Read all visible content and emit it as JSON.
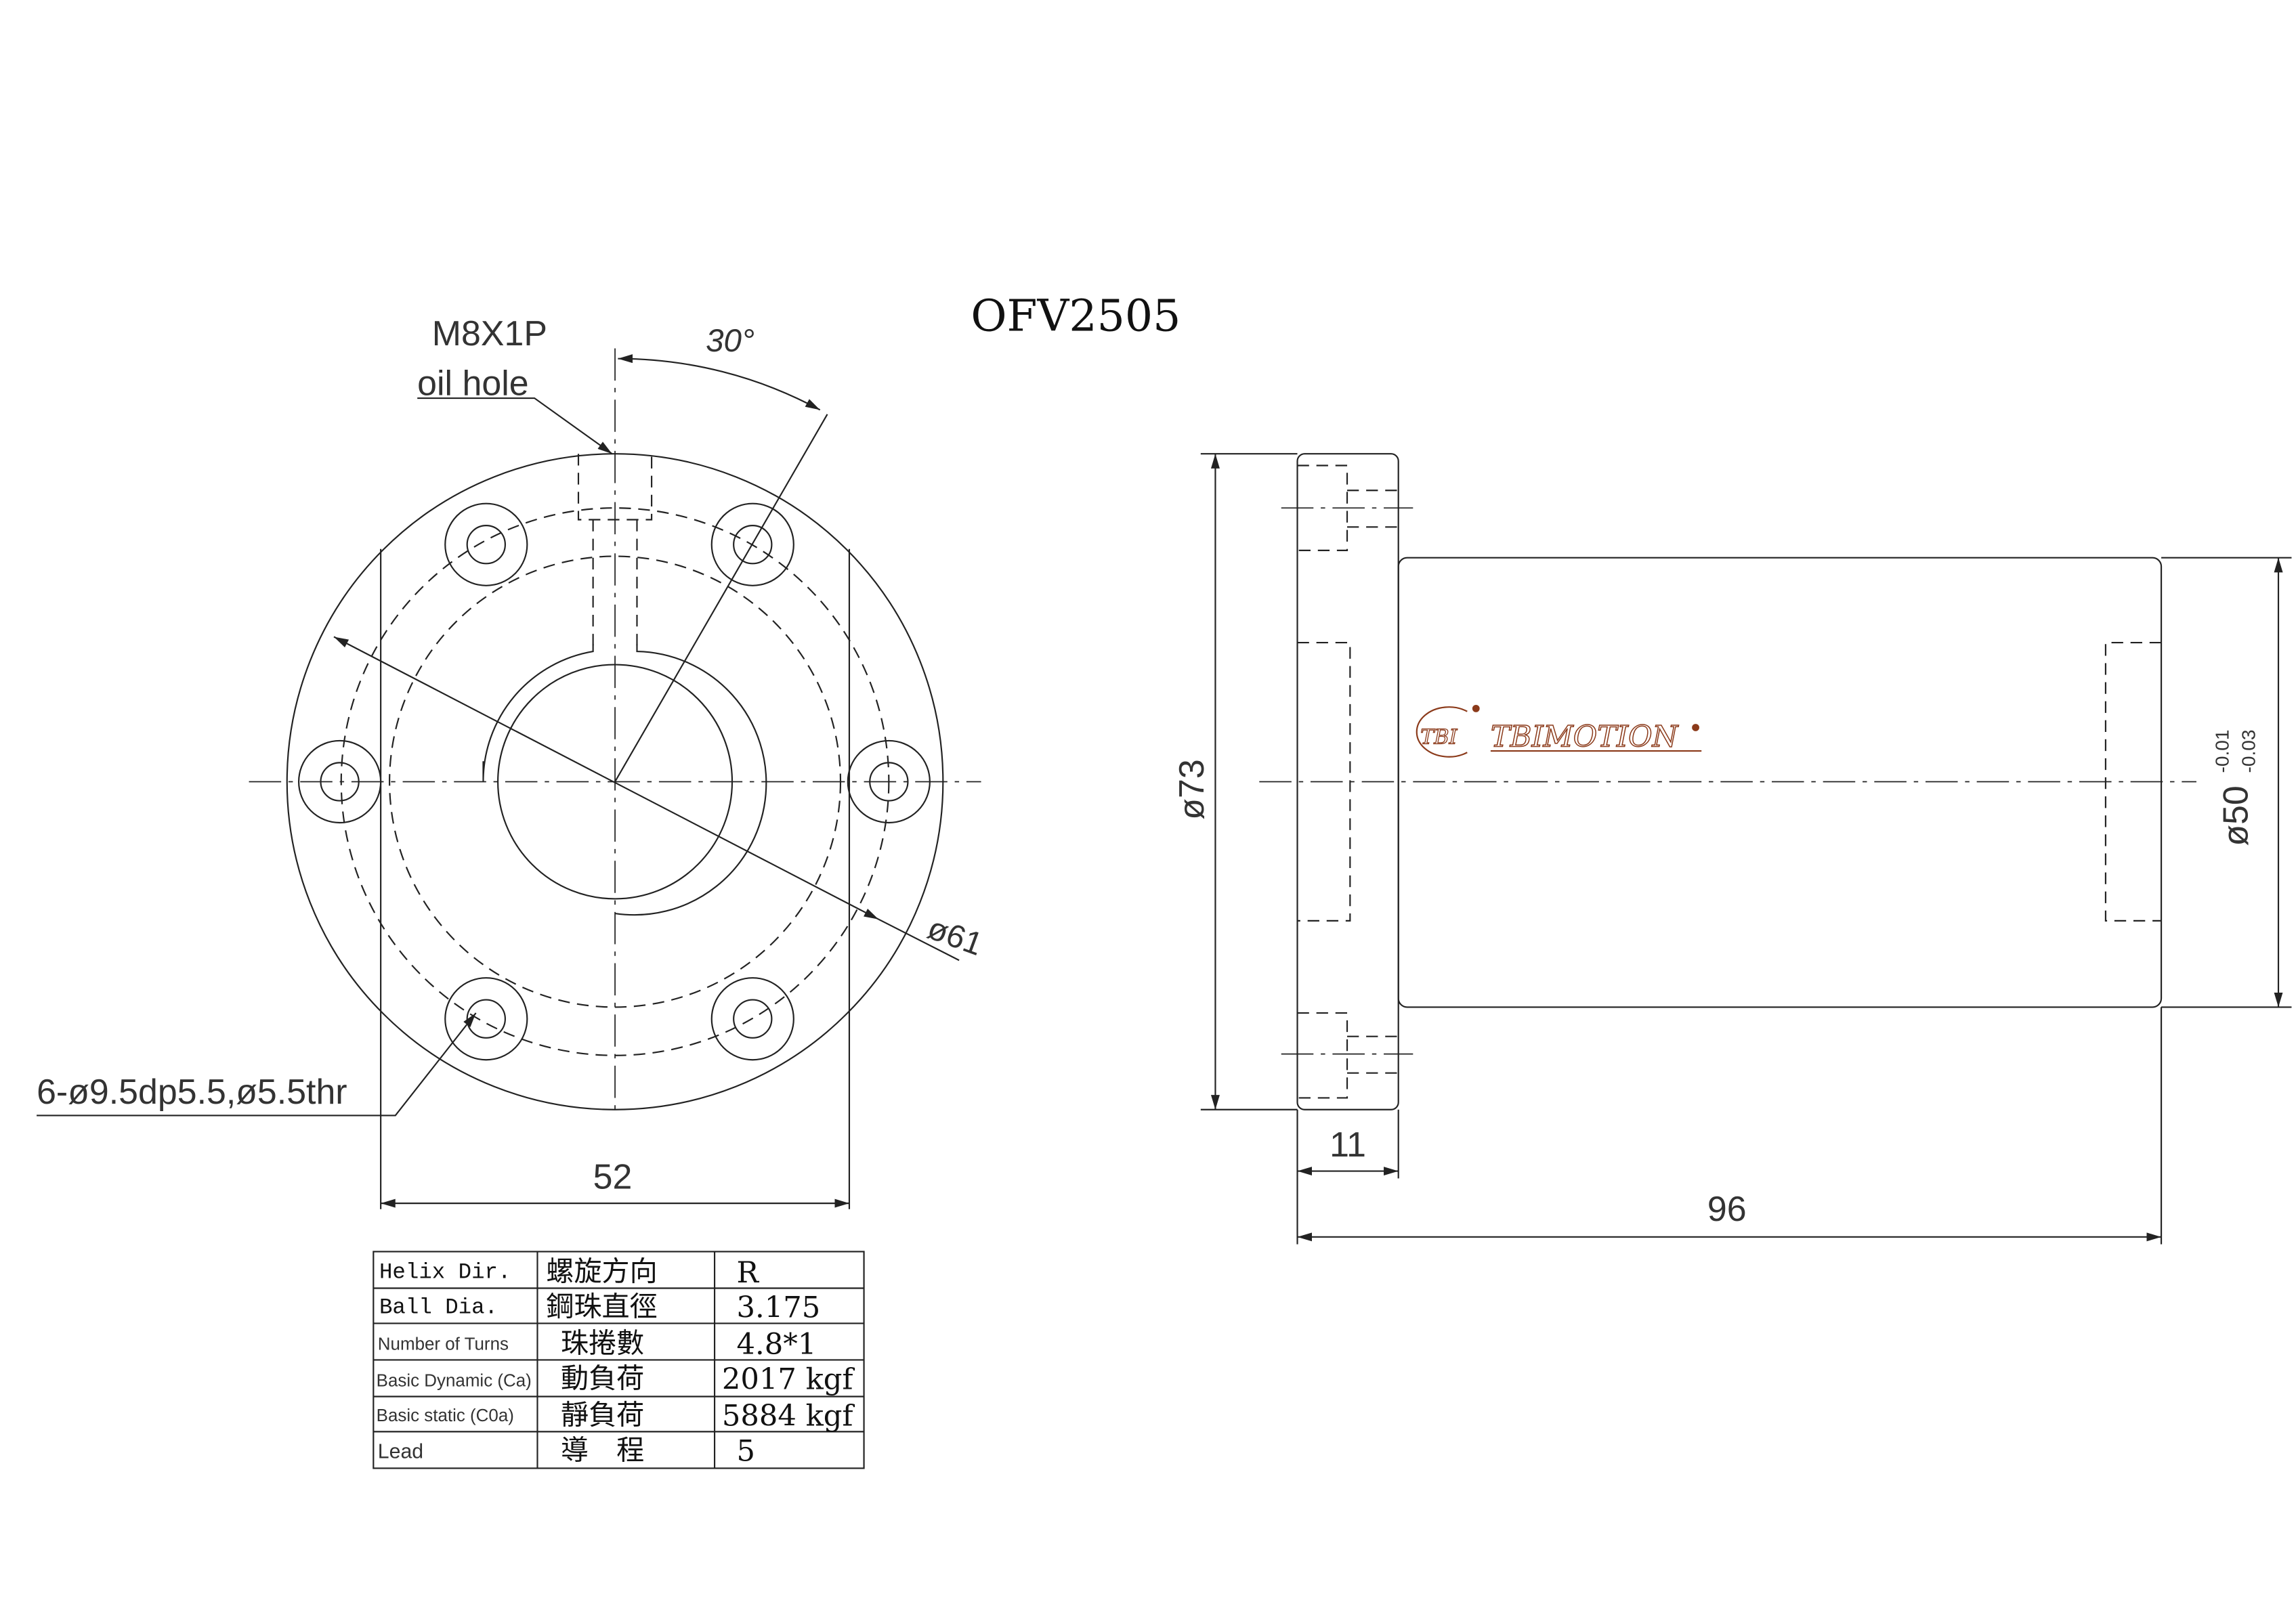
{
  "title": "OFV2505",
  "front_view": {
    "oil_hole_thread": "M8X1P",
    "oil_hole_label": "oil hole",
    "angle": "30°",
    "pcd": "ø61",
    "holes": "6-ø9.5dp5.5,ø5.5thr",
    "flat_width": "52"
  },
  "side_view": {
    "flange_dia": "ø73",
    "body_dia": "ø50",
    "tol_upper": "-0.01",
    "tol_lower": "-0.03",
    "flange_thickness": "11",
    "length": "96"
  },
  "logo": {
    "mark": "TBI",
    "text": "TBIMOTION",
    "color": "#8b3a1a"
  },
  "spec_table": {
    "rows": [
      {
        "en": "Helix  Dir.",
        "zh": "螺旋方向",
        "value": "R"
      },
      {
        "en": "Ball Dia.",
        "zh": "鋼珠直徑",
        "value": "3.175"
      },
      {
        "en": "Number of Turns",
        "zh": "珠捲數",
        "value": "4.8*1"
      },
      {
        "en": "Basic Dynamic (Ca)",
        "zh": "動負荷",
        "value": "2017 kgf"
      },
      {
        "en": "Basic static (C0a)",
        "zh": "靜負荷",
        "value": "5884 kgf"
      },
      {
        "en": "Lead",
        "zh": "導　程",
        "value": "5"
      }
    ]
  }
}
